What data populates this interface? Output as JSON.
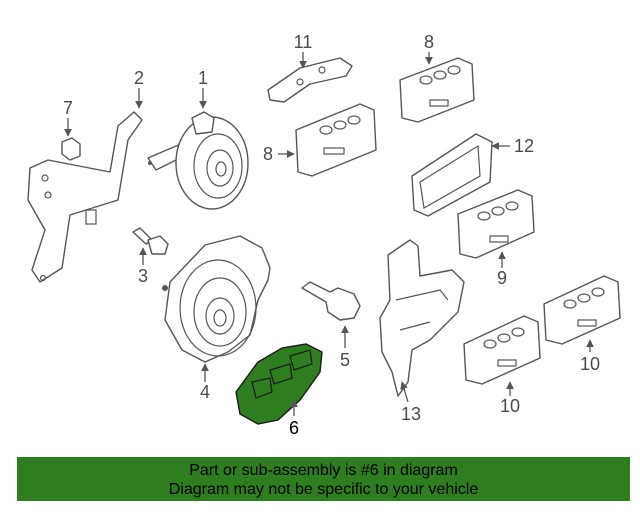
{
  "diagram": {
    "callouts": [
      "1",
      "2",
      "3",
      "4",
      "5",
      "6",
      "7",
      "8",
      "8",
      "9",
      "10",
      "10",
      "11",
      "12",
      "13"
    ],
    "highlight_color": "#2e7d1e"
  },
  "banner": {
    "line1": "Part or sub-assembly is #6 in diagram",
    "line2": "Diagram may not be specific to your vehicle",
    "background": "#2e7d1e"
  }
}
